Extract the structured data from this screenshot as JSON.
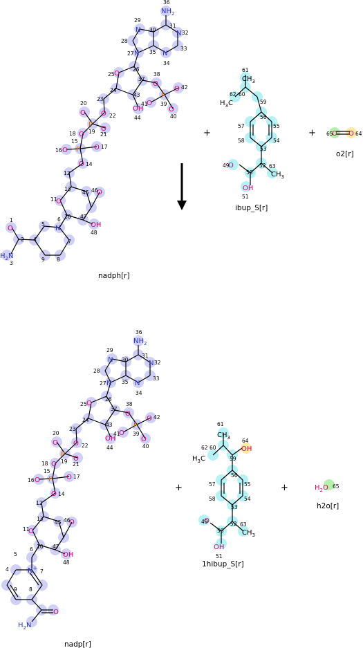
{
  "reaction": {
    "operators": {
      "plus": "+"
    },
    "reactants": [
      {
        "name": "nadph[r]"
      },
      {
        "name": "ibup_S[r]"
      },
      {
        "name": "o2[r]"
      }
    ],
    "products": [
      {
        "name": "nadp[r]"
      },
      {
        "name": "1hibup_S[r]"
      },
      {
        "name": "h2o[r]"
      }
    ]
  },
  "highlight_colors": {
    "nadph": "#c8c8f4",
    "ibup": "#a8f0f4",
    "o2_a": "#a8f0a0",
    "o2_b": "#ffe890",
    "atom_o": "#d4006a",
    "atom_n": "#2a35c8",
    "atom_p": "#d07000"
  },
  "atom_labels": {
    "n": "N",
    "o": "O",
    "p": "P",
    "oh": "OH",
    "nh2": "NH2",
    "h2n": "H2N",
    "ch3": "CH3",
    "h3c": "H3C",
    "n_plus": "N+",
    "minus": "-",
    "h2o": "H2O"
  },
  "nadph_indices": [
    "1",
    "2",
    "3",
    "4",
    "5",
    "6",
    "7",
    "8",
    "9",
    "10",
    "11",
    "12",
    "13",
    "14",
    "15",
    "16",
    "17",
    "18",
    "19",
    "20",
    "21",
    "22",
    "23",
    "24",
    "25",
    "26",
    "27",
    "28",
    "29",
    "30",
    "31",
    "32",
    "33",
    "34",
    "35",
    "36",
    "37",
    "38",
    "39",
    "40",
    "41",
    "42",
    "43",
    "44",
    "45",
    "46",
    "47",
    "48"
  ],
  "ibup_indices": [
    "49",
    "50",
    "51",
    "52",
    "53",
    "54",
    "55",
    "56",
    "57",
    "58",
    "59",
    "60",
    "61",
    "62",
    "63"
  ],
  "o2_indices": [
    "64",
    "65"
  ],
  "hibup_extra_index": "64",
  "h2o_index": "65"
}
